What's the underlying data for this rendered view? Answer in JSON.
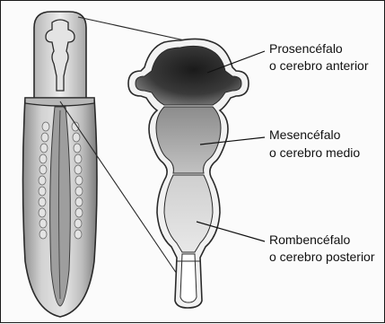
{
  "labels": {
    "prosencefalo": {
      "name": "Prosencéfalo",
      "desc": "o cerebro anterior"
    },
    "mesencefalo": {
      "name": "Mesencéfalo",
      "desc": "o cerebro medio"
    },
    "rombencefalo": {
      "name": "Rombencéfalo",
      "desc": "o cerebro posterior"
    }
  },
  "colors": {
    "outline": "#2a2a2a",
    "prosencefalo_fill": "#2b2b2b",
    "mesencefalo_fill": "#9a9a9a",
    "rombencefalo_fill": "#d6d6d6",
    "embryo_fill": "#c9c9c9"
  }
}
